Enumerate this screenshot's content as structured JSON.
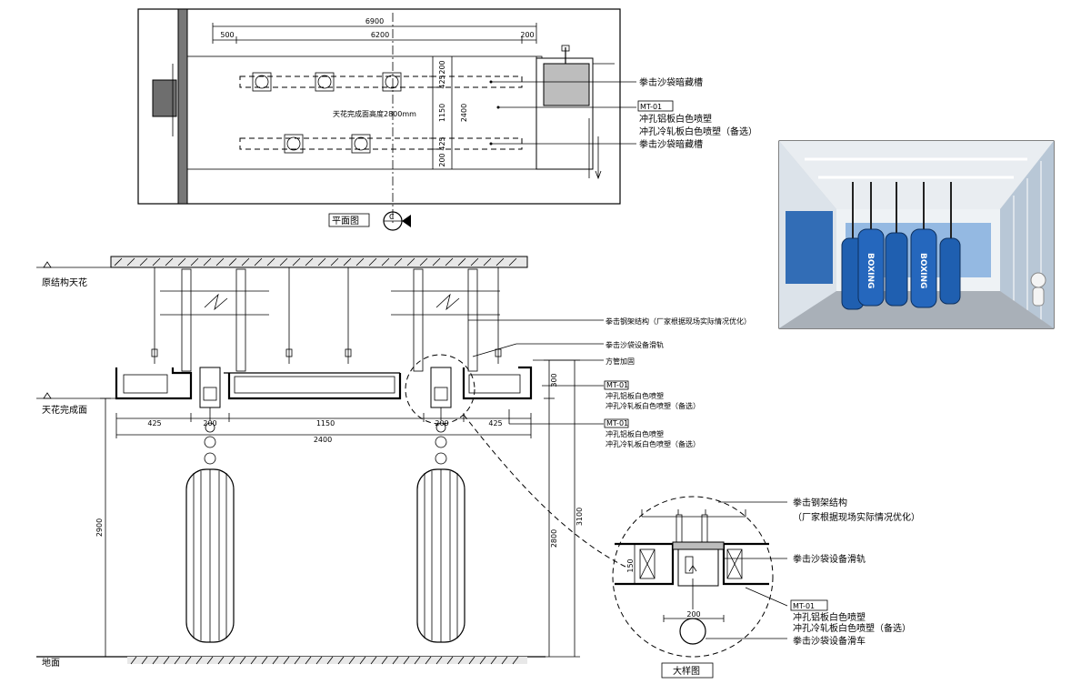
{
  "plan": {
    "title": "平面图",
    "section_mark": "C",
    "dims_top": {
      "total": "6900",
      "left": "500",
      "middle": "6200",
      "right": "200"
    },
    "dims_side": {
      "d1": "200",
      "d2": "425",
      "d3": "1150",
      "d4": "2400",
      "d5": "425",
      "d6": "200"
    },
    "ceiling_height_note": "天花完成面高度2800mm",
    "callouts": {
      "track_top": "拳击沙袋暗藏槽",
      "material_code": "MT-01",
      "material_1": "冲孔铝板白色喷塑",
      "material_2": "冲孔冷轧板白色喷塑（备选）",
      "track_bottom": "拳击沙袋暗藏槽"
    }
  },
  "section": {
    "label_structure_ceiling": "原结构天花",
    "label_finished_ceiling": "天花完成面",
    "label_floor": "地面",
    "dims_bottom": {
      "a": "425",
      "b": "200",
      "c": "1150",
      "d": "200",
      "e": "425",
      "total": "2400"
    },
    "dims_right": {
      "h1": "300",
      "h2": "2800",
      "h3": "3100"
    },
    "dims_left": {
      "h": "2900"
    },
    "callouts": {
      "steel": "拳击钢架结构（厂家根据现场实际情况优化）",
      "rail": "拳击沙袋设备滑轨",
      "pipe": "方管加固",
      "material_code_1": "MT-01",
      "material_1a": "冲孔铝板白色喷塑",
      "material_1b": "冲孔冷轧板白色喷塑（备选）",
      "material_code_2": "MT-01",
      "material_2a": "冲孔铝板白色喷塑",
      "material_2b": "冲孔冷轧板白色喷塑（备选）"
    }
  },
  "detail": {
    "title": "大样图",
    "dim_width": "200",
    "dim_height": "150",
    "callouts": {
      "steel_1": "拳击钢架结构",
      "steel_2": "（厂家根据现场实际情况优化）",
      "rail": "拳击沙袋设备滑轨",
      "material_code": "MT-01",
      "material_1": "冲孔铝板白色喷塑",
      "material_2": "冲孔冷轧板白色喷塑（备选）",
      "trolley": "拳击沙袋设备滑车"
    }
  },
  "photo": {
    "bag_text_1": "BOXING",
    "bag_text_2": "BOXING",
    "accent": "#1f5fb0",
    "wall": "#d7dde3"
  }
}
